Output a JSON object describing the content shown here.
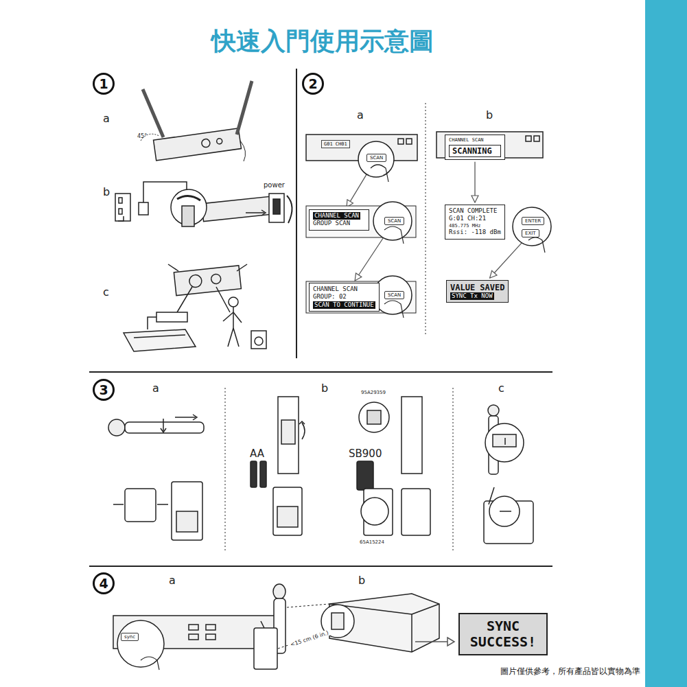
{
  "diagram": {
    "title": "快速入門使用示意圖",
    "caption": "圖片僅供參考，所有產品皆以實物為準",
    "nodes": [
      {
        "text": [
          "1"
        ]
      },
      {
        "text": [
          "2"
        ]
      },
      {
        "text": [
          "G01 CH01"
        ]
      },
      {
        "text": [
          "SCAN"
        ]
      },
      {
        "text": [
          "CHANNEL SCAN",
          "GROUP SCAN"
        ]
      },
      {
        "text": [
          "SCAN"
        ]
      },
      {
        "text": [
          "CHANNEL SCAN",
          "GROUP: 02",
          "SCAN TO CONTINUE"
        ]
      },
      {
        "text": [
          "SCAN"
        ]
      },
      {
        "text": [
          "CHANNEL SCAN",
          "SCANNING"
        ]
      },
      {
        "text": [
          "SCAN COMPLETE",
          "G:01   CH:21",
          "485.775 MHz",
          "Rssi: -118 dBm"
        ]
      },
      {
        "text": [
          "ENTER"
        ]
      },
      {
        "text": [
          "EXIT"
        ]
      },
      {
        "text": [
          "VALUE SAVED",
          "SYNC Tx NOW"
        ]
      },
      {
        "text": [
          "3"
        ]
      },
      {
        "text": [
          "4"
        ]
      },
      {
        "text": [
          "sync"
        ]
      },
      {
        "text": [
          "SYNC SUCCESS!"
        ]
      }
    ],
    "edges": [
      {
        "from": 3,
        "to": 4,
        "arrow": "to"
      },
      {
        "from": 5,
        "to": 6,
        "arrow": "to"
      },
      {
        "from": 8,
        "to": 9,
        "arrow": "to"
      },
      {
        "from": 11,
        "to": 12,
        "arrow": "to"
      }
    ],
    "labels": [
      "a",
      "b",
      "c",
      "45°",
      "power",
      "a",
      "b",
      "a",
      "b",
      "c",
      "95A29359",
      "AA",
      "SB900",
      "65A15224",
      "a",
      "b",
      "<15 cm (6 in.)"
    ]
  }
}
